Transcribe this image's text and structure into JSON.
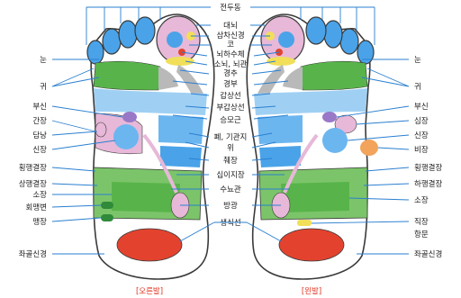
{
  "colors": {
    "label_text": "#1a1a1a",
    "leader_line": "#2a7fd0",
    "caption": "#e0301e",
    "toe_blue": "#4aa3e8",
    "eye_ear_green": "#58b44a",
    "mid_blue": "#6cb6f0",
    "pink": "#e7b8d8",
    "purple": "#9a78c8",
    "gray": "#b9b9b9",
    "intestine_green": "#7cc46a",
    "dark_green": "#2f8a3a",
    "red": "#e3432e",
    "orange": "#f2a35c",
    "yellow": "#f1df5a"
  },
  "labels": {
    "center": {
      "c1": "전두동",
      "c2": "대뇌",
      "c3": "삼차신경",
      "c4": "코",
      "c5": "뇌하수체",
      "c6": "소뇌, 뇌관",
      "c7": "경추",
      "c8": "경부",
      "c9": "갑상선",
      "c10": "부갑상선",
      "c11": "승모근",
      "c12": "폐, 기관지",
      "c13": "위",
      "c14": "췌장",
      "c15": "십이지장",
      "c16": "수뇨관",
      "c17": "방광",
      "c18": "생식선"
    },
    "left": {
      "l1": "눈",
      "l2": "귀",
      "l3": "부신",
      "l4": "간장",
      "l5": "담낭",
      "l6": "신장",
      "l7": "횡행결장",
      "l8": "상행결장",
      "l9": "소장",
      "l10": "회맹변",
      "l11": "맹장",
      "l12": "좌골신경"
    },
    "right": {
      "r1": "눈",
      "r2": "귀",
      "r3": "부신",
      "r4": "심장",
      "r5": "신장",
      "r6": "비장",
      "r7": "횡행결장",
      "r8": "하행결장",
      "r9": "소장",
      "r10": "직장",
      "r11": "항문",
      "r12": "좌골신경"
    },
    "captions": {
      "right_foot": "[오른발]",
      "left_foot": "[왼발]"
    }
  }
}
